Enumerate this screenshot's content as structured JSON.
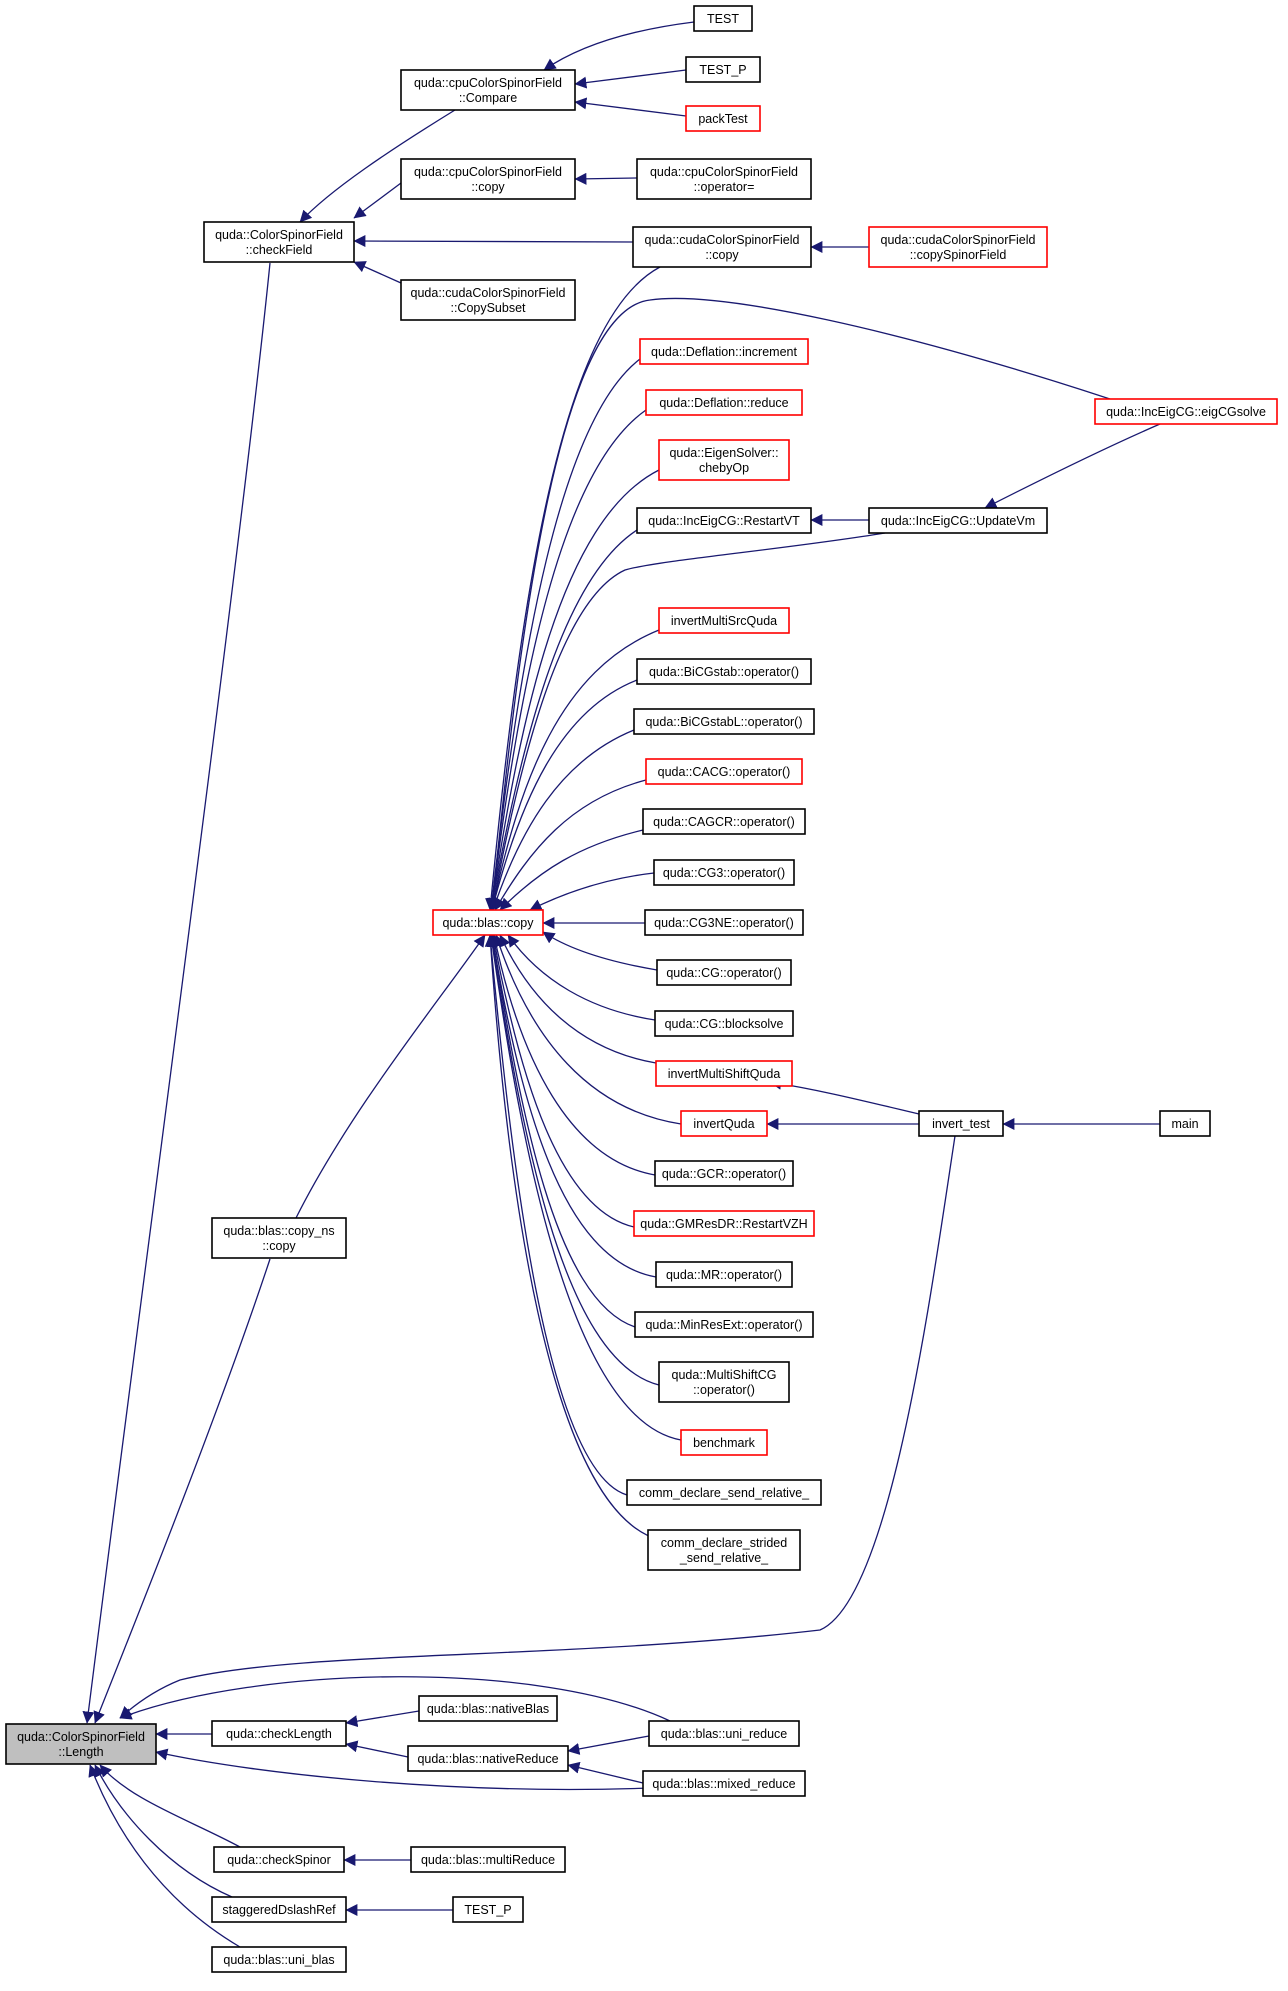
{
  "colors": {
    "edge": "#191970",
    "normal_border": "#000000",
    "truncated_border": "#ff0000",
    "root_fill": "#bfbfbf",
    "node_fill": "#ffffff"
  },
  "graph": {
    "nodes": [
      {
        "id": "length",
        "lines": [
          "quda::ColorSpinorField",
          "::Length"
        ],
        "style": "root"
      },
      {
        "id": "checkField",
        "lines": [
          "quda::ColorSpinorField",
          "::checkField"
        ],
        "style": "normal"
      },
      {
        "id": "cpuCompare",
        "lines": [
          "quda::cpuColorSpinorField",
          "::Compare"
        ],
        "style": "normal"
      },
      {
        "id": "cpuCopy",
        "lines": [
          "quda::cpuColorSpinorField",
          "::copy"
        ],
        "style": "normal"
      },
      {
        "id": "cudaCopySubset",
        "lines": [
          "quda::cudaColorSpinorField",
          "::CopySubset"
        ],
        "style": "normal"
      },
      {
        "id": "test1",
        "lines": [
          "TEST"
        ],
        "style": "normal"
      },
      {
        "id": "testP1",
        "lines": [
          "TEST_P"
        ],
        "style": "normal"
      },
      {
        "id": "packTest",
        "lines": [
          "packTest"
        ],
        "style": "truncated"
      },
      {
        "id": "cpuOpAssign",
        "lines": [
          "quda::cpuColorSpinorField",
          "::operator="
        ],
        "style": "normal"
      },
      {
        "id": "cudaCopy",
        "lines": [
          "quda::cudaColorSpinorField",
          "::copy"
        ],
        "style": "normal"
      },
      {
        "id": "cudaCopySpinor",
        "lines": [
          "quda::cudaColorSpinorField",
          "::copySpinorField"
        ],
        "style": "truncated"
      },
      {
        "id": "blasCopy",
        "lines": [
          "quda::blas::copy"
        ],
        "style": "truncated"
      },
      {
        "id": "deflInc",
        "lines": [
          "quda::Deflation::increment"
        ],
        "style": "truncated"
      },
      {
        "id": "deflRed",
        "lines": [
          "quda::Deflation::reduce"
        ],
        "style": "truncated"
      },
      {
        "id": "eigCheby",
        "lines": [
          "quda::EigenSolver::",
          "chebyOp"
        ],
        "style": "truncated"
      },
      {
        "id": "restartVT",
        "lines": [
          "quda::IncEigCG::RestartVT"
        ],
        "style": "normal"
      },
      {
        "id": "updateVm",
        "lines": [
          "quda::IncEigCG::UpdateVm"
        ],
        "style": "normal"
      },
      {
        "id": "eigCGsolve",
        "lines": [
          "quda::IncEigCG::eigCGsolve"
        ],
        "style": "truncated"
      },
      {
        "id": "invMultiSrc",
        "lines": [
          "invertMultiSrcQuda"
        ],
        "style": "truncated"
      },
      {
        "id": "bicgstab",
        "lines": [
          "quda::BiCGstab::operator()"
        ],
        "style": "normal"
      },
      {
        "id": "bicgstabL",
        "lines": [
          "quda::BiCGstabL::operator()"
        ],
        "style": "normal"
      },
      {
        "id": "cacg",
        "lines": [
          "quda::CACG::operator()"
        ],
        "style": "truncated"
      },
      {
        "id": "cagcr",
        "lines": [
          "quda::CAGCR::operator()"
        ],
        "style": "normal"
      },
      {
        "id": "cg3",
        "lines": [
          "quda::CG3::operator()"
        ],
        "style": "normal"
      },
      {
        "id": "cg3ne",
        "lines": [
          "quda::CG3NE::operator()"
        ],
        "style": "normal"
      },
      {
        "id": "cgOp",
        "lines": [
          "quda::CG::operator()"
        ],
        "style": "normal"
      },
      {
        "id": "cgBlock",
        "lines": [
          "quda::CG::blocksolve"
        ],
        "style": "normal"
      },
      {
        "id": "invMultiShift",
        "lines": [
          "invertMultiShiftQuda"
        ],
        "style": "truncated"
      },
      {
        "id": "invQuda",
        "lines": [
          "invertQuda"
        ],
        "style": "truncated"
      },
      {
        "id": "invertTest",
        "lines": [
          "invert_test"
        ],
        "style": "normal"
      },
      {
        "id": "main",
        "lines": [
          "main"
        ],
        "style": "normal"
      },
      {
        "id": "gcr",
        "lines": [
          "quda::GCR::operator()"
        ],
        "style": "normal"
      },
      {
        "id": "gmresdr",
        "lines": [
          "quda::GMResDR::RestartVZH"
        ],
        "style": "truncated"
      },
      {
        "id": "mr",
        "lines": [
          "quda::MR::operator()"
        ],
        "style": "normal"
      },
      {
        "id": "minresext",
        "lines": [
          "quda::MinResExt::operator()"
        ],
        "style": "normal"
      },
      {
        "id": "multiShiftCG",
        "lines": [
          "quda::MultiShiftCG",
          "::operator()"
        ],
        "style": "normal"
      },
      {
        "id": "benchmark",
        "lines": [
          "benchmark"
        ],
        "style": "truncated"
      },
      {
        "id": "commRel",
        "lines": [
          "comm_declare_send_relative_"
        ],
        "style": "normal"
      },
      {
        "id": "commStrided",
        "lines": [
          "comm_declare_strided",
          "_send_relative_"
        ],
        "style": "normal"
      },
      {
        "id": "copyNs",
        "lines": [
          "quda::blas::copy_ns",
          "::copy"
        ],
        "style": "normal"
      },
      {
        "id": "checkLength",
        "lines": [
          "quda::checkLength"
        ],
        "style": "normal"
      },
      {
        "id": "nativeBlas",
        "lines": [
          "quda::blas::nativeBlas"
        ],
        "style": "normal"
      },
      {
        "id": "nativeReduce",
        "lines": [
          "quda::blas::nativeReduce"
        ],
        "style": "normal"
      },
      {
        "id": "uniReduce",
        "lines": [
          "quda::blas::uni_reduce"
        ],
        "style": "normal"
      },
      {
        "id": "mixedReduce",
        "lines": [
          "quda::blas::mixed_reduce"
        ],
        "style": "normal"
      },
      {
        "id": "checkSpinor",
        "lines": [
          "quda::checkSpinor"
        ],
        "style": "normal"
      },
      {
        "id": "multiReduce",
        "lines": [
          "quda::blas::multiReduce"
        ],
        "style": "normal"
      },
      {
        "id": "stagDslash",
        "lines": [
          "staggeredDslashRef"
        ],
        "style": "normal"
      },
      {
        "id": "testP2",
        "lines": [
          "TEST_P"
        ],
        "style": "normal"
      },
      {
        "id": "uniBlas",
        "lines": [
          "quda::blas::uni_blas"
        ],
        "style": "normal"
      }
    ],
    "edges": [
      {
        "from": "checkField",
        "to": "length"
      },
      {
        "from": "copyNs",
        "to": "length"
      },
      {
        "from": "invertTest",
        "to": "length"
      },
      {
        "from": "uniReduce",
        "to": "length"
      },
      {
        "from": "checkLength",
        "to": "length"
      },
      {
        "from": "mixedReduce",
        "to": "length"
      },
      {
        "from": "checkSpinor",
        "to": "length"
      },
      {
        "from": "stagDslash",
        "to": "length"
      },
      {
        "from": "uniBlas",
        "to": "length"
      },
      {
        "from": "cpuCompare",
        "to": "checkField"
      },
      {
        "from": "cpuCopy",
        "to": "checkField"
      },
      {
        "from": "cudaCopy",
        "to": "checkField"
      },
      {
        "from": "cudaCopySubset",
        "to": "checkField"
      },
      {
        "from": "test1",
        "to": "cpuCompare"
      },
      {
        "from": "testP1",
        "to": "cpuCompare"
      },
      {
        "from": "packTest",
        "to": "cpuCompare"
      },
      {
        "from": "cpuOpAssign",
        "to": "cpuCopy"
      },
      {
        "from": "cudaCopySpinor",
        "to": "cudaCopy"
      },
      {
        "from": "copyNs",
        "to": "blasCopy"
      },
      {
        "from": "cudaCopy",
        "to": "blasCopy"
      },
      {
        "from": "eigCGsolve",
        "to": "blasCopy"
      },
      {
        "from": "deflInc",
        "to": "blasCopy"
      },
      {
        "from": "deflRed",
        "to": "blasCopy"
      },
      {
        "from": "eigCheby",
        "to": "blasCopy"
      },
      {
        "from": "restartVT",
        "to": "blasCopy"
      },
      {
        "from": "updateVm",
        "to": "blasCopy"
      },
      {
        "from": "invMultiSrc",
        "to": "blasCopy"
      },
      {
        "from": "bicgstab",
        "to": "blasCopy"
      },
      {
        "from": "bicgstabL",
        "to": "blasCopy"
      },
      {
        "from": "cacg",
        "to": "blasCopy"
      },
      {
        "from": "cagcr",
        "to": "blasCopy"
      },
      {
        "from": "cg3",
        "to": "blasCopy"
      },
      {
        "from": "cg3ne",
        "to": "blasCopy"
      },
      {
        "from": "cgOp",
        "to": "blasCopy"
      },
      {
        "from": "cgBlock",
        "to": "blasCopy"
      },
      {
        "from": "invMultiShift",
        "to": "blasCopy"
      },
      {
        "from": "invQuda",
        "to": "blasCopy"
      },
      {
        "from": "gcr",
        "to": "blasCopy"
      },
      {
        "from": "gmresdr",
        "to": "blasCopy"
      },
      {
        "from": "mr",
        "to": "blasCopy"
      },
      {
        "from": "minresext",
        "to": "blasCopy"
      },
      {
        "from": "multiShiftCG",
        "to": "blasCopy"
      },
      {
        "from": "benchmark",
        "to": "blasCopy"
      },
      {
        "from": "commRel",
        "to": "blasCopy"
      },
      {
        "from": "commStrided",
        "to": "blasCopy"
      },
      {
        "from": "updateVm",
        "to": "restartVT"
      },
      {
        "from": "eigCGsolve",
        "to": "updateVm"
      },
      {
        "from": "invertTest",
        "to": "invMultiShift"
      },
      {
        "from": "invertTest",
        "to": "invQuda"
      },
      {
        "from": "main",
        "to": "invertTest"
      },
      {
        "from": "nativeBlas",
        "to": "checkLength"
      },
      {
        "from": "nativeReduce",
        "to": "checkLength"
      },
      {
        "from": "uniReduce",
        "to": "nativeReduce"
      },
      {
        "from": "mixedReduce",
        "to": "nativeReduce"
      },
      {
        "from": "multiReduce",
        "to": "checkSpinor"
      },
      {
        "from": "testP2",
        "to": "stagDslash"
      }
    ]
  }
}
